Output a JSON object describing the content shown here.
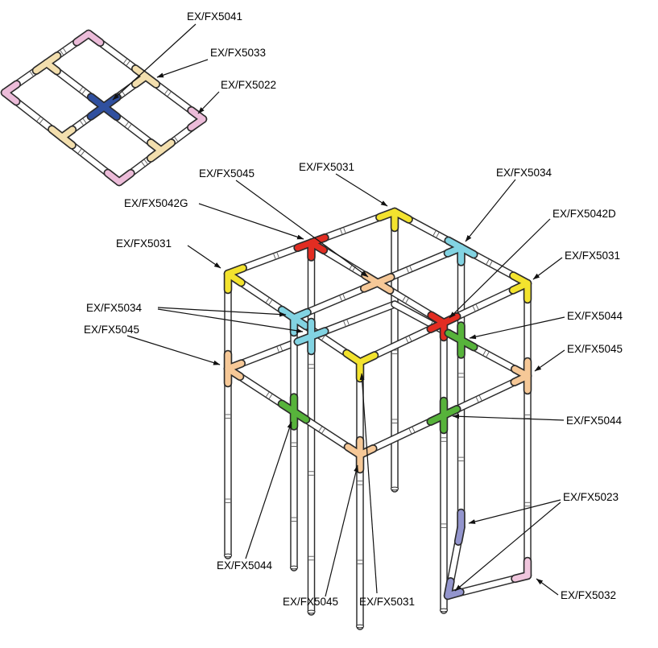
{
  "diagram": {
    "labels": [
      {
        "text": "EX/FX5041"
      },
      {
        "text": "EX/FX5033"
      },
      {
        "text": "EX/FX5022"
      },
      {
        "text": "EX/FX5045"
      },
      {
        "text": "EX/FX5031"
      },
      {
        "text": "EX/FX5034"
      },
      {
        "text": "EX/FX5042G"
      },
      {
        "text": "EX/FX5042D"
      },
      {
        "text": "EX/FX5031"
      },
      {
        "text": "EX/FX5031"
      },
      {
        "text": "EX/FX5034"
      },
      {
        "text": "EX/FX5045"
      },
      {
        "text": "EX/FX5044"
      },
      {
        "text": "EX/FX5045"
      },
      {
        "text": "EX/FX5044"
      },
      {
        "text": "EX/FX5023"
      },
      {
        "text": "EX/FX5044"
      },
      {
        "text": "EX/FX5045"
      },
      {
        "text": "EX/FX5031"
      },
      {
        "text": "EX/FX5032"
      }
    ],
    "part_colors": {
      "EX/FX5041": "#30509f",
      "EX/FX5033": "#f3dfae",
      "EX/FX5022": "#ecbcd9",
      "EX/FX5031": "#f3e32e",
      "EX/FX5034": "#82d3e2",
      "EX/FX5042G": "#e22d22",
      "EX/FX5042D": "#e22d22",
      "EX/FX5044": "#57b33b",
      "EX/FX5045": "#f6c897",
      "EX/FX5023": "#9395cd",
      "EX/FX5032": "#f0c6dd"
    },
    "tube_color": "#ffffff",
    "outline_color": "#2b2b2b",
    "leader_color": "#111111"
  }
}
